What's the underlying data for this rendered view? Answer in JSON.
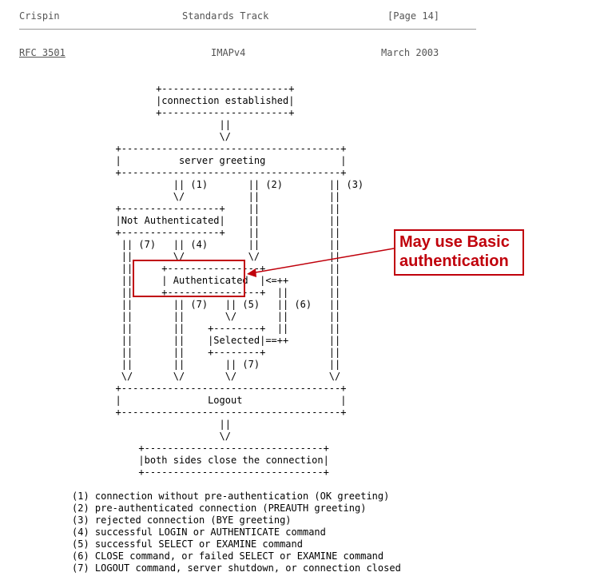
{
  "header": {
    "author": "Crispin",
    "track": "Standards Track",
    "page": "[Page 14]"
  },
  "subheader": {
    "rfc": "RFC 3501",
    "protocol": "IMAPv4",
    "date": "March 2003"
  },
  "diagram": {
    "text": "                           +----------------------+\n                           |connection established|\n                           +----------------------+\n                                      ||\n                                      \\/\n                    +--------------------------------------+\n                    |          server greeting             |\n                    +--------------------------------------+\n                              || (1)       || (2)        || (3)\n                              \\/           ||            ||\n                    +-----------------+    ||            ||\n                    |Not Authenticated|    ||            ||\n                    +-----------------+    ||            ||\n                     || (7)   || (4)       ||            ||\n                     ||       \\/           \\/            ||\n                     ||     +----------------+           ||\n                     ||     | Authenticated  |<=++       ||\n                     ||     +----------------+  ||       ||\n                     ||       || (7)   || (5)   || (6)   ||\n                     ||       ||       \\/       ||       ||\n                     ||       ||    +--------+  ||       ||\n                     ||       ||    |Selected|==++       ||\n                     ||       ||    +--------+           ||\n                     ||       ||       || (7)            ||\n                     \\/       \\/       \\/                \\/\n                    +--------------------------------------+\n                    |               Logout                 |\n                    +--------------------------------------+\n                                      ||\n                                      \\/\n                        +-------------------------------+\n                        |both sides close the connection|\n                        +-------------------------------+"
  },
  "callout": {
    "text": "May use Basic\nauthentication"
  },
  "legend": [
    "(1) connection without pre-authentication (OK greeting)",
    "(2) pre-authenticated connection (PREAUTH greeting)",
    "(3) rejected connection (BYE greeting)",
    "(4) successful LOGIN or AUTHENTICATE command",
    "(5) successful SELECT or EXAMINE command",
    "(6) CLOSE command, or failed SELECT or EXAMINE command",
    "(7) LOGOUT command, server shutdown, or connection closed"
  ],
  "colors": {
    "annotation": "#c0000b",
    "header_text": "#555555",
    "rule": "#9a9a9a"
  }
}
